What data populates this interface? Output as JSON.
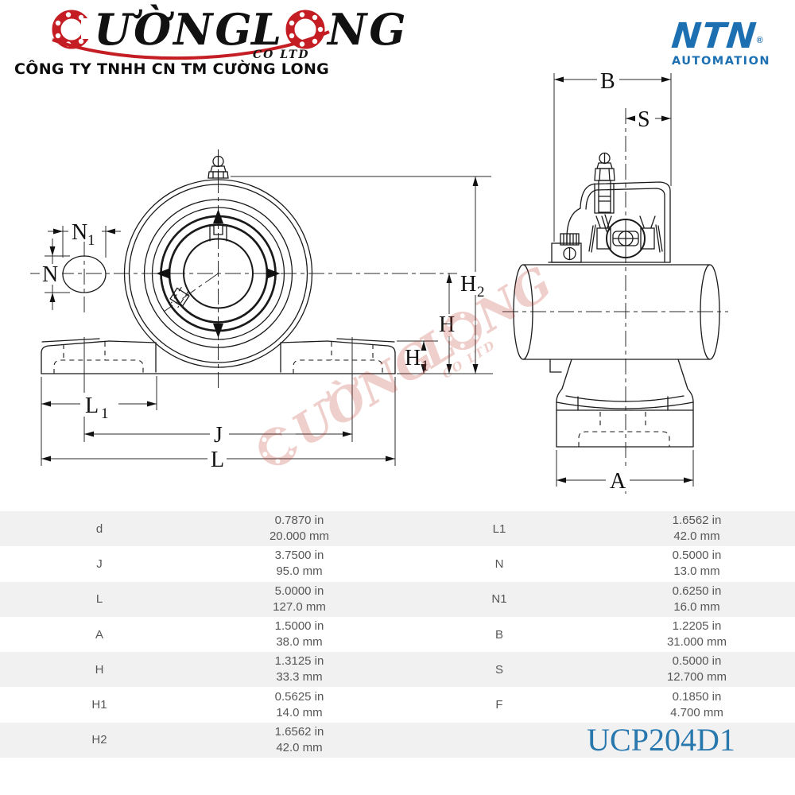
{
  "header": {
    "brand": {
      "part1": "ƯỜNG",
      "part2": "L",
      "part3": "NG",
      "co": "CO LTD",
      "red": "#c41e24"
    },
    "company_line": "CÔNG TY TNHH CN TM CƯỜNG LONG",
    "ntn": {
      "name": "NTN",
      "registered": "®",
      "sub": "AUTOMATION",
      "blue": "#1c70b2"
    }
  },
  "drawing": {
    "labels": {
      "n1": {
        "main": "N",
        "sub": "1"
      },
      "n": {
        "main": "N"
      },
      "h2": {
        "main": "H",
        "sub": "2"
      },
      "h": {
        "main": "H"
      },
      "h1": {
        "main": "H",
        "sub": "1"
      },
      "l1": {
        "main": "L",
        "sub": "1"
      },
      "j": {
        "main": "J"
      },
      "l": {
        "main": "L"
      },
      "b": {
        "main": "B"
      },
      "s": {
        "main": "S"
      },
      "a": {
        "main": "A"
      }
    },
    "watermark": {
      "text1": "ƯỜNG",
      "text2": "L",
      "text3": "NG",
      "co": "CO LTD"
    }
  },
  "table": {
    "rows_left": [
      {
        "label": "d",
        "in": "0.7870 in",
        "mm": "20.000 mm"
      },
      {
        "label": "J",
        "in": "3.7500 in",
        "mm": "95.0 mm"
      },
      {
        "label": "L",
        "in": "5.0000 in",
        "mm": "127.0 mm"
      },
      {
        "label": "A",
        "in": "1.5000 in",
        "mm": "38.0 mm"
      },
      {
        "label": "H",
        "in": "1.3125 in",
        "mm": "33.3 mm"
      },
      {
        "label": "H1",
        "in": "0.5625 in",
        "mm": "14.0 mm"
      },
      {
        "label": "H2",
        "in": "1.6562 in",
        "mm": "42.0 mm"
      }
    ],
    "rows_right": [
      {
        "label": "L1",
        "in": "1.6562 in",
        "mm": "42.0 mm"
      },
      {
        "label": "N",
        "in": "0.5000 in",
        "mm": "13.0 mm"
      },
      {
        "label": "N1",
        "in": "0.6250 in",
        "mm": "16.0 mm"
      },
      {
        "label": "B",
        "in": "1.2205 in",
        "mm": "31.000 mm"
      },
      {
        "label": "S",
        "in": "0.5000 in",
        "mm": "12.700 mm"
      },
      {
        "label": "F",
        "in": "0.1850 in",
        "mm": "4.700 mm"
      }
    ],
    "part_number": "UCP204D1",
    "part_color": "#2878ae"
  }
}
